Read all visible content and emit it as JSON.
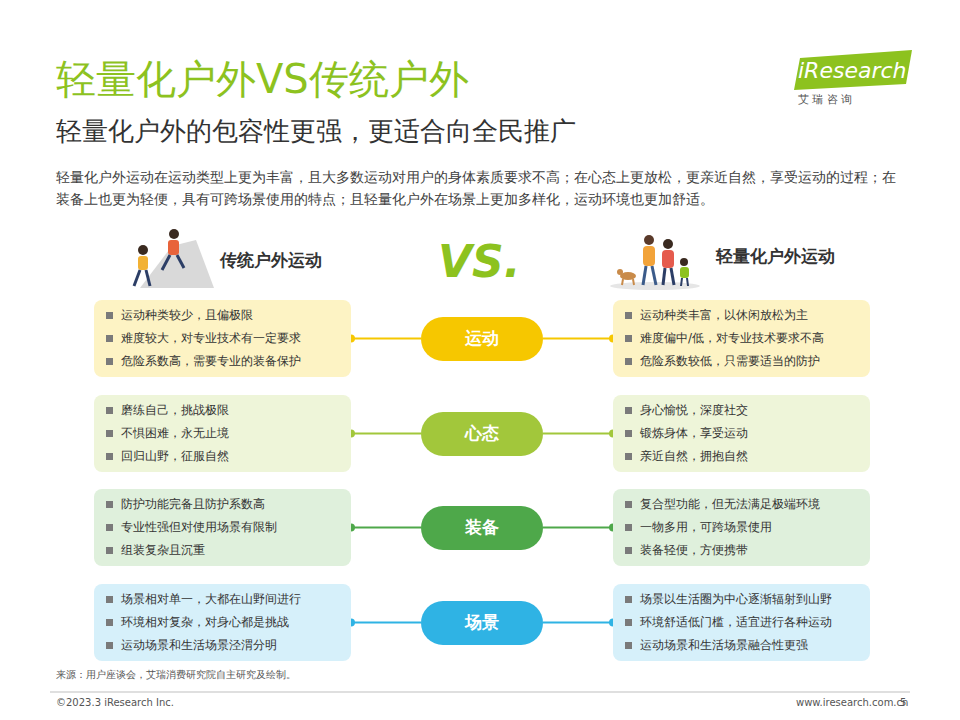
{
  "diagram": {
    "title": "轻量化户外VS传统户外",
    "nodes": [
      {
        "text": [
          "运动种类较少，且偏极限",
          "难度较大，对专业技术有一定要求",
          "危险系数高，需要专业的装备保护"
        ]
      },
      {
        "text": [
          "运动"
        ]
      },
      {
        "text": [
          "运动种类丰富，以休闲放松为主",
          "难度偏中/低，对专业技术要求不高",
          "危险系数较低，只需要适当的防护"
        ]
      },
      {
        "text": [
          "磨练自己，挑战极限",
          "不惧困难，永无止境",
          "回归山野，征服自然"
        ]
      },
      {
        "text": [
          "心态"
        ]
      },
      {
        "text": [
          "身心愉悦，深度社交",
          "锻炼身体，享受运动",
          "亲近自然，拥抱自然"
        ]
      },
      {
        "text": [
          "防护功能完备且防护系数高",
          "专业性强但对使用场景有限制",
          "组装复杂且沉重"
        ]
      },
      {
        "text": [
          "装备"
        ]
      },
      {
        "text": [
          "复合型功能，但无法满足极端环境",
          "一物多用，可跨场景使用",
          "装备轻便，方便携带"
        ]
      },
      {
        "text": [
          "场景相对单一，大都在山野间进行",
          "环境相对复杂，对身心都是挑战",
          "运动场景和生活场景泾渭分明"
        ]
      },
      {
        "text": [
          "场景"
        ]
      },
      {
        "text": [
          "场景以生活圈为中心逐渐辐射到山野",
          "环境舒适低门槛，适宜进行各种运动",
          "运动场景和生活场景融合性更强"
        ]
      }
    ],
    "edges": [
      {
        "from": 0,
        "to": 1,
        "arrow": "none"
      },
      {
        "from": 1,
        "to": 2,
        "arrow": "none"
      },
      {
        "from": 3,
        "to": 4,
        "arrow": "none"
      },
      {
        "from": 4,
        "to": 5,
        "arrow": "none"
      },
      {
        "from": 6,
        "to": 7,
        "arrow": "none"
      },
      {
        "from": 7,
        "to": 8,
        "arrow": "none"
      },
      {
        "from": 9,
        "to": 10,
        "arrow": "none"
      },
      {
        "from": 10,
        "to": 11,
        "arrow": "none"
      }
    ],
    "labels": [
      "轻量化户外的包容性更强，更适合向全民推广",
      "轻量化户外运动在运动类型上更为丰富，且大多数运动对用户的身体素质要求不高；在心态上更放松，更亲近自然，享受运动的过程；在装备上也更为轻便，具有可跨场景使用的特点；且轻量化户外在场景上更加多样化，运动环境也更加舒适。",
      "传统户外运动",
      "VS.",
      "轻量化户外运动",
      "iResearch",
      "艾 瑞 咨 询",
      "来源：用户座谈会，艾瑞消费研究院自主研究及绘制。",
      "©2023.3 iResearch Inc.",
      "www.iresearch.com.cn",
      "5"
    ]
  }
}
